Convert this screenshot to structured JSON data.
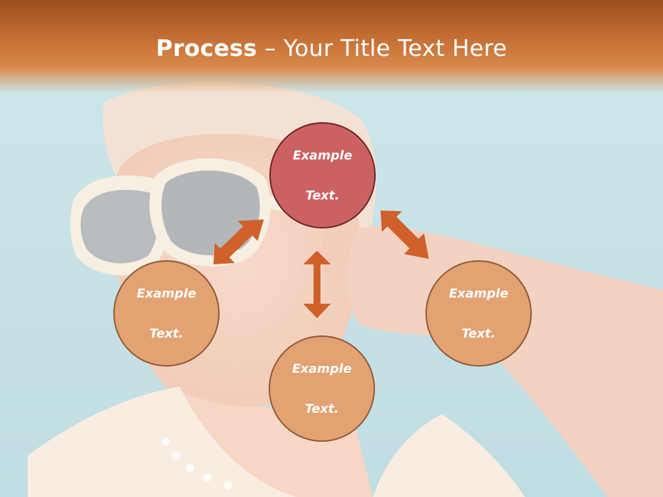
{
  "slide": {
    "title_bold": "Process",
    "title_dash": " – ",
    "title_rest": "Your Title Text Here"
  },
  "nodes": {
    "top": {
      "line1": "Example",
      "line2": "Text."
    },
    "left": {
      "line1": "Example",
      "line2": "Text."
    },
    "right": {
      "line1": "Example",
      "line2": "Text."
    },
    "bottom": {
      "line1": "Example",
      "line2": "Text."
    }
  },
  "colors": {
    "header": "#c06a30",
    "top_node": "#cc6163",
    "side_nodes": "#e3a272",
    "arrows": "#d0612a"
  },
  "icons": [
    "double-arrow-icon"
  ]
}
